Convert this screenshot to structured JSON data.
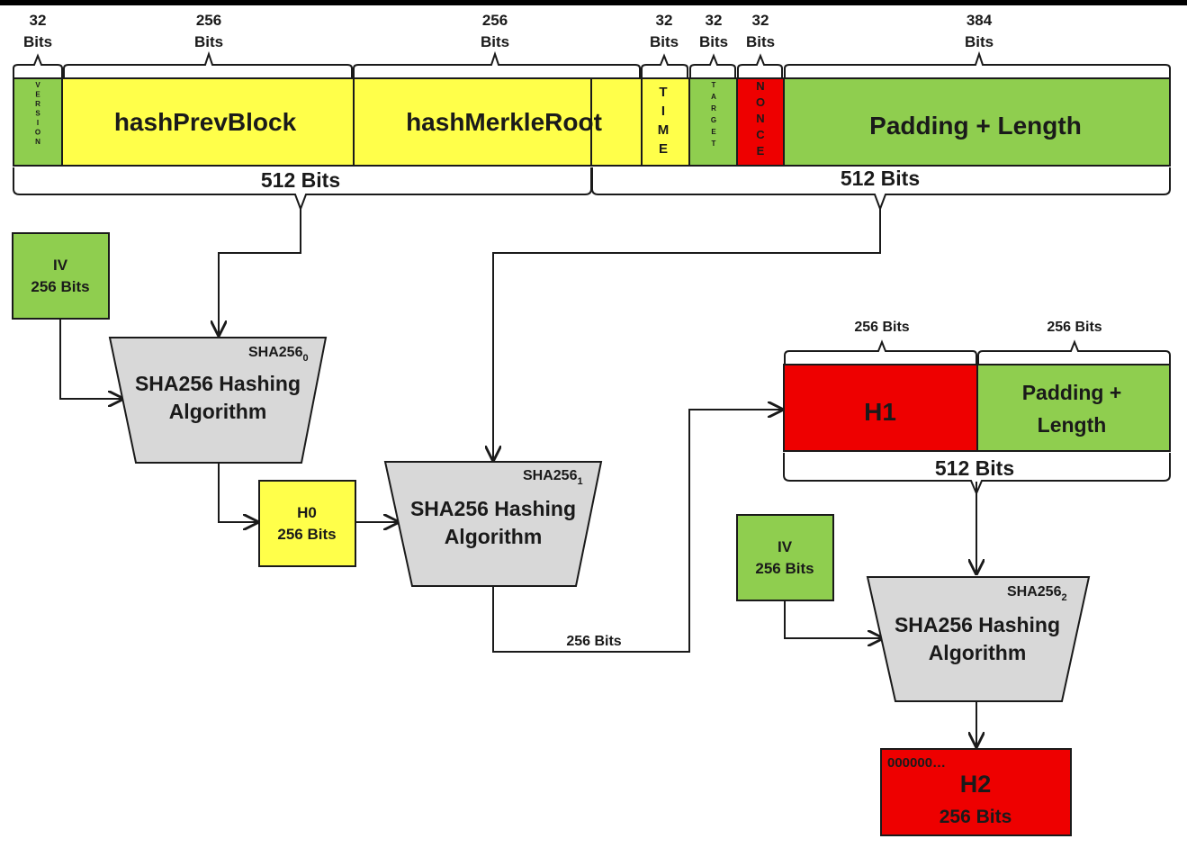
{
  "colors": {
    "green": "#8fce4f",
    "yellow": "#ffff4a",
    "red": "#ee0000",
    "gray": "#d8d8d8",
    "line": "#1a1a1a"
  },
  "header": {
    "fields": [
      {
        "size": "32",
        "unit": "Bits",
        "label": "VERSION"
      },
      {
        "size": "256",
        "unit": "Bits",
        "label": "hashPrevBlock"
      },
      {
        "size": "256",
        "unit": "Bits",
        "label": "hashMerkleRoot"
      },
      {
        "size": "32",
        "unit": "Bits",
        "label": "TIME"
      },
      {
        "size": "32",
        "unit": "Bits",
        "label": "TARGET"
      },
      {
        "size": "32",
        "unit": "Bits",
        "label": "NONCE"
      },
      {
        "size": "384",
        "unit": "Bits",
        "label": "Padding + Length"
      }
    ],
    "chunk1_label": "512 Bits",
    "chunk2_label": "512 Bits"
  },
  "iv1": {
    "line1": "IV",
    "line2": "256 Bits"
  },
  "sha0": {
    "name": "SHA256",
    "sub": "0",
    "line1": "SHA256 Hashing",
    "line2": "Algorithm"
  },
  "h0": {
    "line1": "H0",
    "line2": "256 Bits"
  },
  "sha1": {
    "name": "SHA256",
    "sub": "1",
    "line1": "SHA256 Hashing",
    "line2": "Algorithm"
  },
  "wire_label": "256 Bits",
  "block2": {
    "h1_size": "256 Bits",
    "pad_size": "256 Bits",
    "h1_label": "H1",
    "pad_line1": "Padding +",
    "pad_line2": "Length",
    "total_label": "512 Bits"
  },
  "iv2": {
    "line1": "IV",
    "line2": "256 Bits"
  },
  "sha2": {
    "name": "SHA256",
    "sub": "2",
    "line1": "SHA256 Hashing",
    "line2": "Algorithm"
  },
  "h2": {
    "prefix": "000000…",
    "line1": "H2",
    "line2": "256 Bits"
  }
}
